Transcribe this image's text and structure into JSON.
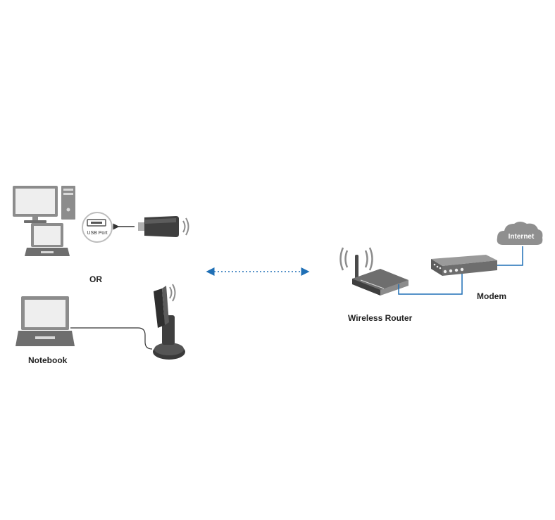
{
  "labels": {
    "usb_port": "USB Port",
    "or": "OR",
    "notebook": "Notebook",
    "wireless_router": "Wireless Router",
    "modem": "Modem",
    "internet": "Internet"
  },
  "colors": {
    "device_dark": "#4a4a4a",
    "device_mid": "#8c8c8c",
    "device_light": "#d9d9d9",
    "screen": "#eeeeee",
    "link_blue": "#1f6fb5",
    "cloud": "#8f8f8f"
  }
}
